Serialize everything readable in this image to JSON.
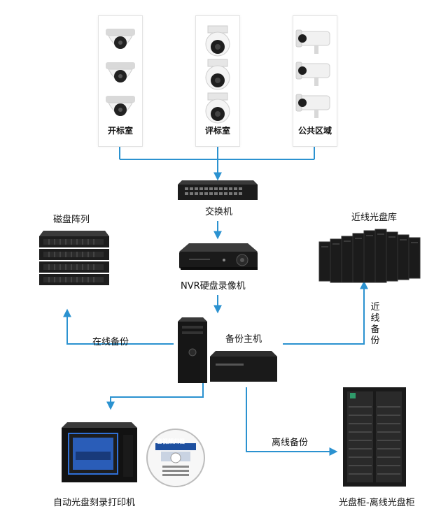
{
  "diagram": {
    "rooms": [
      "开标室",
      "评标室",
      "公共区域"
    ],
    "switch_label": "交换机",
    "nvr_label": "NVR硬盘录像机",
    "backup_host_label": "备份主机",
    "disk_array_label": "磁盘阵列",
    "nearline_library_label": "近线光盘库",
    "auto_burner_label": "自动光盘刻录打印机",
    "offline_cabinet_label": "光盘柜-离线光盘柜",
    "online_backup_label": "在线备份",
    "nearline_backup_label": "近线备份",
    "offline_backup_label": "离线备份",
    "disc_title": "音视频归档"
  },
  "colors": {
    "arrow": "#2b92d0",
    "device_dark": "#1c1c1c",
    "accent_blue": "#2f6fd6"
  },
  "icons": [
    "dome-camera-icon",
    "ptz-camera-icon",
    "bullet-camera-icon",
    "network-switch-icon",
    "nvr-recorder-icon",
    "server-rack-icon",
    "disc-library-icon",
    "desktop-pc-icon",
    "disc-printer-icon",
    "optical-disc-icon",
    "disc-cabinet-icon"
  ]
}
